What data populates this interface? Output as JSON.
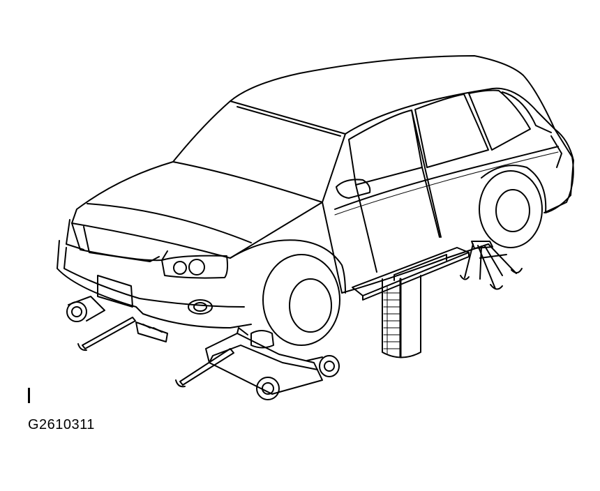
{
  "figure": {
    "code": "G2610311",
    "line_color": "#000000",
    "background_color": "#ffffff"
  },
  "parts": [
    {
      "id": "car-body",
      "icon": "car-icon"
    },
    {
      "id": "floor-jack-front-bumper",
      "icon": "floor-jack-icon"
    },
    {
      "id": "floor-jack-under-wheel",
      "icon": "floor-jack-icon"
    },
    {
      "id": "lift-post",
      "icon": "lift-post-icon"
    },
    {
      "id": "jack-stand",
      "icon": "jack-stand-icon"
    }
  ]
}
